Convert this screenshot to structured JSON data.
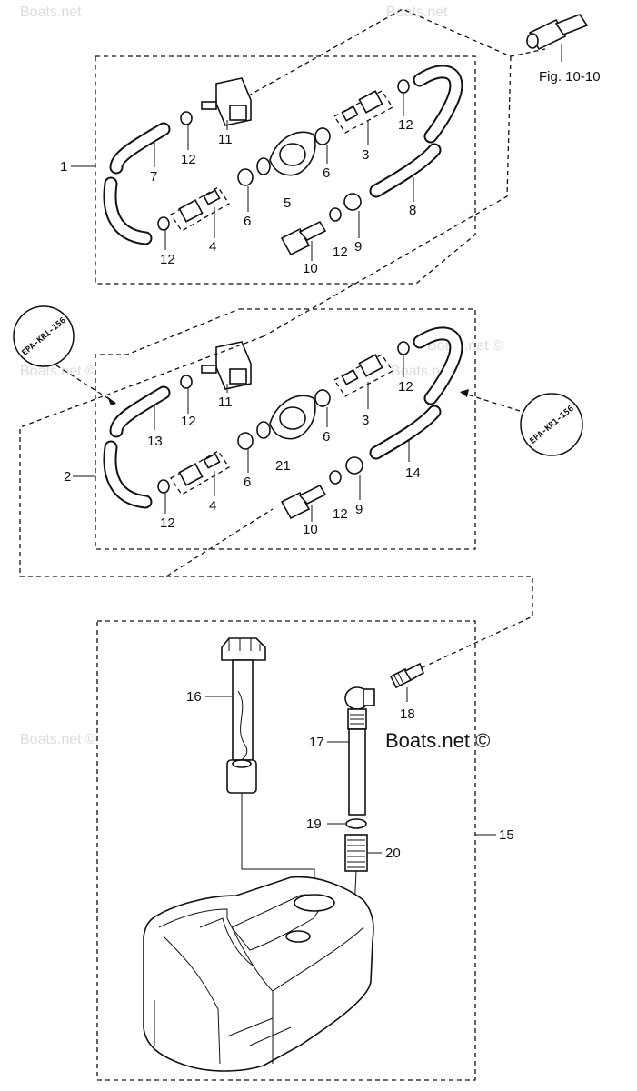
{
  "watermarks": [
    "Boats.net",
    "Boats.net",
    "Boats.net ©",
    "Boats.net",
    "Boats.net ©",
    "Boats.net ©"
  ],
  "brand_watermark": "Boats.net ©",
  "figure_reference": "Fig. 10-10",
  "stamps": [
    "EPA-KR1-156",
    "EPA-KR1-156"
  ],
  "callouts": {
    "a1": "1",
    "a2": "2",
    "a15": "15",
    "u11": "11",
    "u12a": "12",
    "u12b": "12",
    "u12c": "12",
    "u12d": "12",
    "u7": "7",
    "u3": "3",
    "u6": "6",
    "u5": "5",
    "u6b": "6",
    "u8": "8",
    "u4": "4",
    "u9": "9",
    "u10": "10",
    "l11": "11",
    "l12a": "12",
    "l12b": "12",
    "l12c": "12",
    "l12d": "12",
    "l13": "13",
    "l3": "3",
    "l6": "6",
    "l21": "21",
    "l6b": "6",
    "l14": "14",
    "l4": "4",
    "l9": "9",
    "l10": "10",
    "t16": "16",
    "t18": "18",
    "t17": "17",
    "t19": "19",
    "t20": "20"
  }
}
